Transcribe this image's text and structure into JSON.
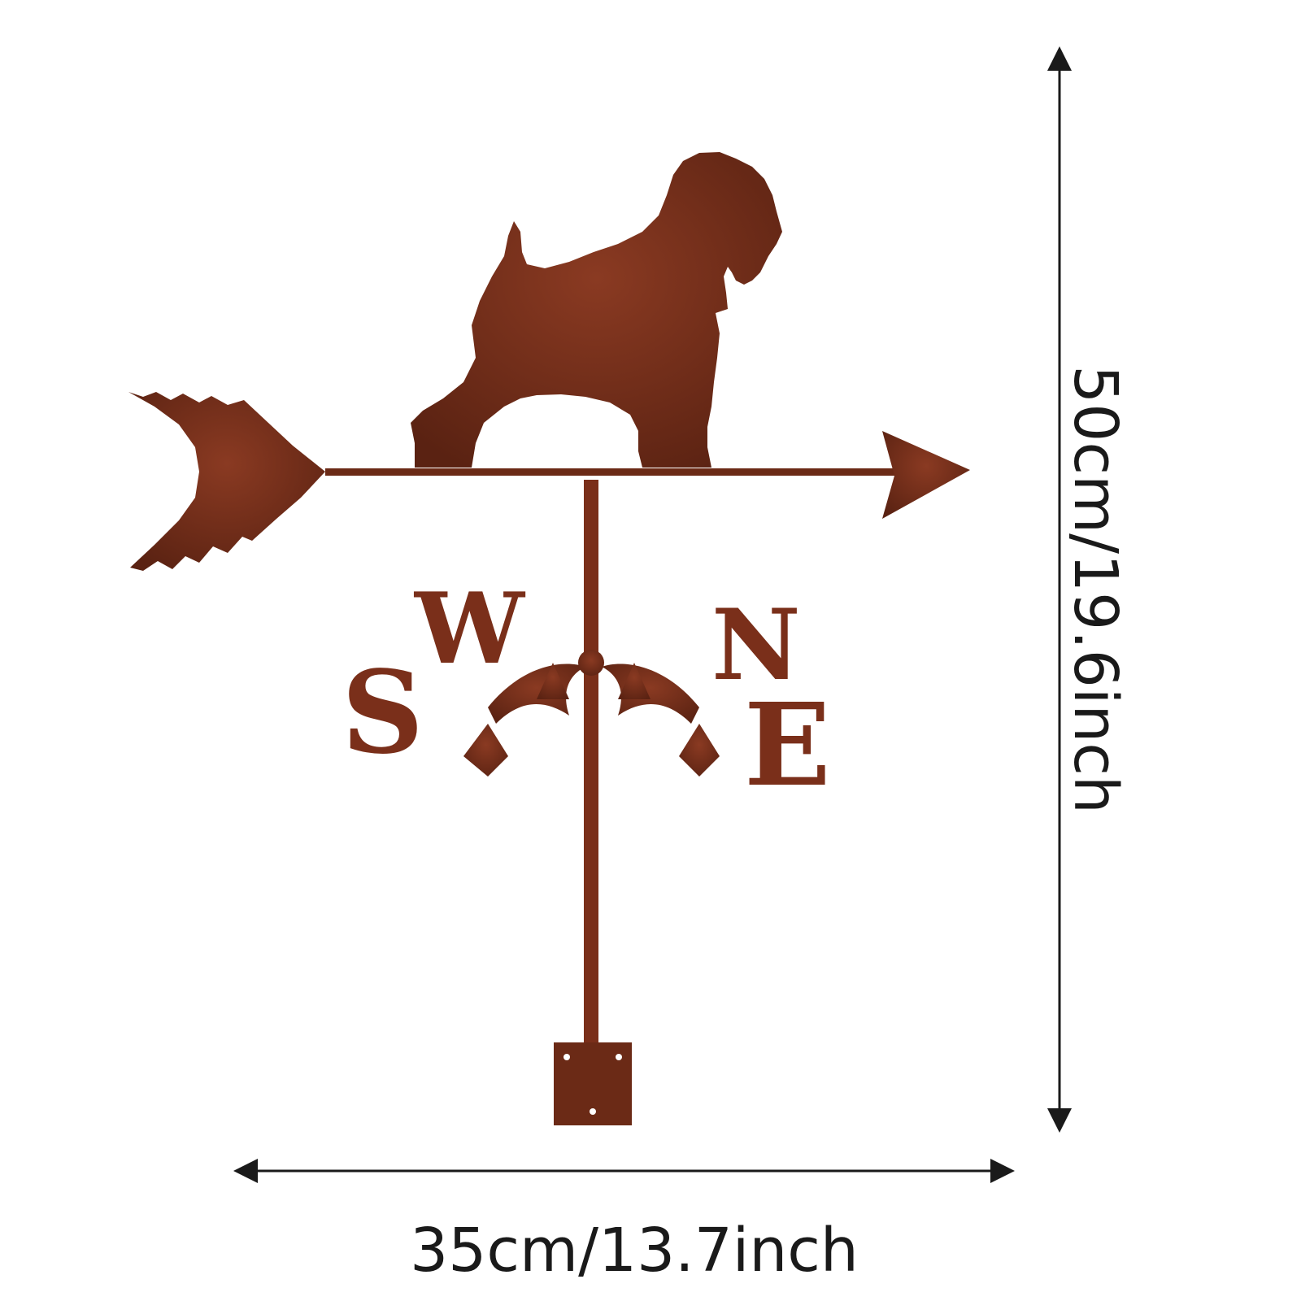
{
  "product": {
    "width_label": "35cm/13.7inch",
    "height_label": "50cm/19.6inch",
    "compass_letters": [
      "S",
      "W",
      "N",
      "E"
    ],
    "figure": "dog-silhouette"
  },
  "colors": {
    "metal": "#6b2a16",
    "metal_light": "#8a3a22",
    "dimension_line": "#1a1a1a",
    "background": "#ffffff"
  }
}
